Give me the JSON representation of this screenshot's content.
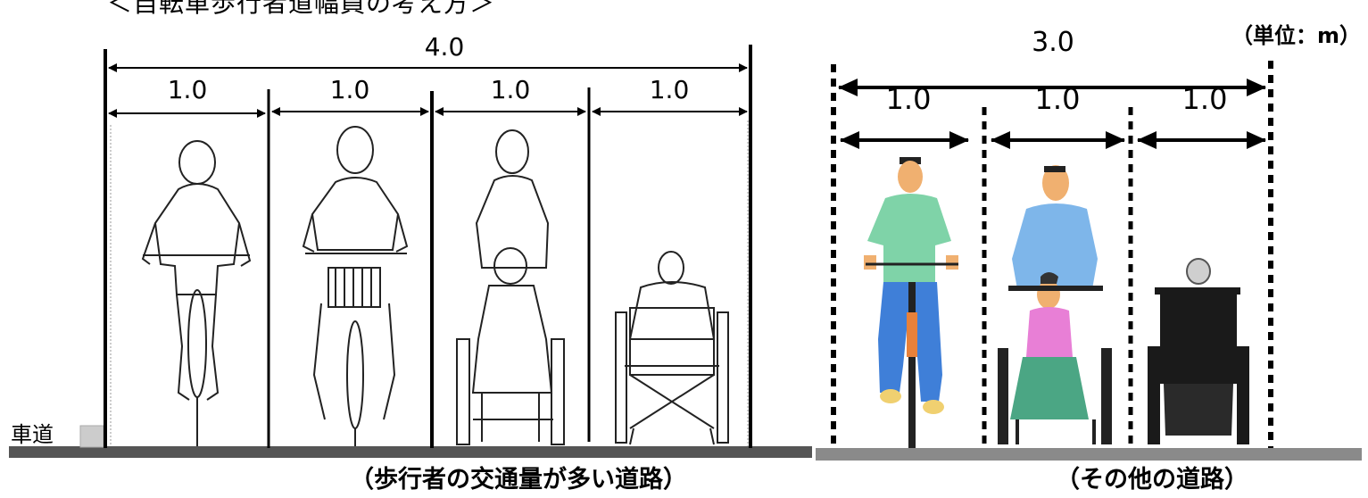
{
  "heading": "＜自転車歩行者道幅員の考え方＞",
  "unit_label": "（単位：m）",
  "left_panel": {
    "total_width": "4.0",
    "segments": [
      "1.0",
      "1.0",
      "1.0",
      "1.0"
    ],
    "road_label": "車道",
    "caption": "（歩行者の交通量が多い道路）",
    "figures": [
      "cyclist-rear-icon",
      "cyclist-front-with-basket-icon",
      "person-pushing-wheelchair-icon",
      "wheelchair-user-rear-icon"
    ]
  },
  "right_panel": {
    "total_width": "3.0",
    "segments": [
      "1.0",
      "1.0",
      "1.0"
    ],
    "caption": "（その他の道路）",
    "figures": [
      "cyclist-color-icon",
      "person-pushing-wheelchair-color-icon",
      "wheelchair-dark-icon"
    ],
    "colors": {
      "cyclist_shirt": "#7fd3a8",
      "cyclist_pants": "#3f7fd8",
      "helper_shirt": "#7eb6ea",
      "rider_top": "#e87fd6",
      "rider_skirt": "#4ba684",
      "wheelchair_dark": "#1a1a1a",
      "ground": "#8a8a8a"
    }
  }
}
